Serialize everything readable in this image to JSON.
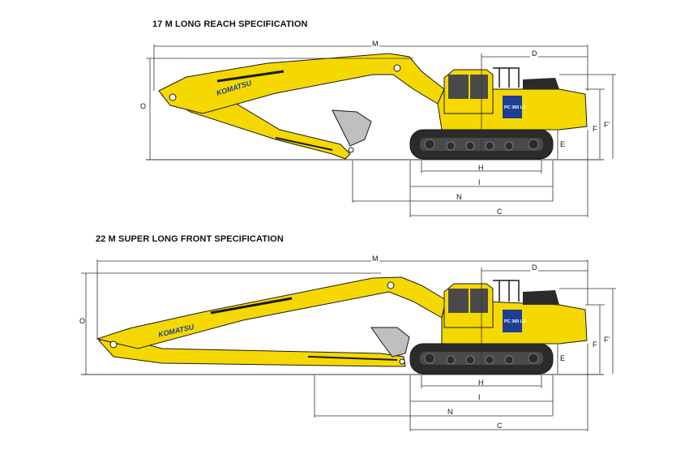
{
  "diagrams": [
    {
      "title": "17 M LONG REACH SPECIFICATION",
      "brand": "KOMATSU",
      "model_badge": "PC 360 LC",
      "labels": {
        "M": "M",
        "D": "D",
        "O": "O",
        "E": "E",
        "F": "F",
        "F_prime": "F’",
        "H": "H",
        "I": "I",
        "N": "N",
        "C": "C"
      }
    },
    {
      "title": "22 M SUPER LONG FRONT SPECIFICATION",
      "brand": "KOMATSU",
      "model_badge": "PC 360 LC",
      "labels": {
        "M": "M",
        "D": "D",
        "O": "O",
        "E": "E",
        "F": "F",
        "F_prime": "F’",
        "H": "H",
        "I": "I",
        "N": "N",
        "C": "C"
      }
    }
  ],
  "colors": {
    "body": "#f5d800",
    "outline": "#1a1a1a",
    "track": "#2b2b2b",
    "logo": "#1c3f94",
    "dim_line": "#333333"
  }
}
